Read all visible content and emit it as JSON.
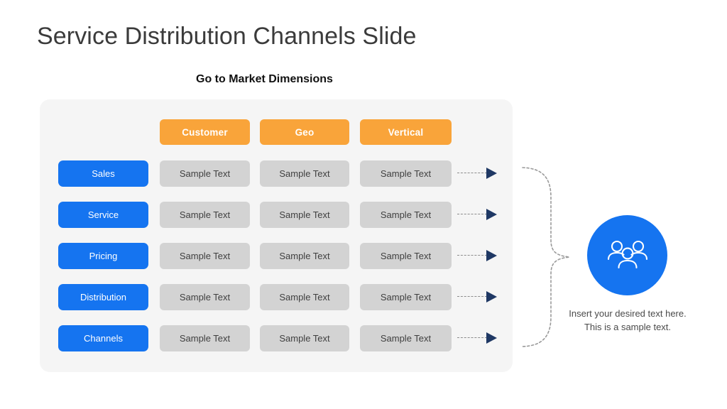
{
  "slide": {
    "title": "Service Distribution Channels Slide",
    "subtitle": "Go to Market Dimensions"
  },
  "matrix": {
    "column_headers": [
      {
        "label": "Customer"
      },
      {
        "label": "Geo"
      },
      {
        "label": "Vertical"
      }
    ],
    "rows": [
      {
        "label": "Sales",
        "cells": [
          "Sample Text",
          "Sample Text",
          "Sample Text"
        ]
      },
      {
        "label": "Service",
        "cells": [
          "Sample Text",
          "Sample Text",
          "Sample Text"
        ]
      },
      {
        "label": "Pricing",
        "cells": [
          "Sample Text",
          "Sample Text",
          "Sample Text"
        ]
      },
      {
        "label": "Distribution",
        "cells": [
          "Sample Text",
          "Sample Text",
          "Sample Text"
        ]
      },
      {
        "label": "Channels",
        "cells": [
          "Sample Text",
          "Sample Text",
          "Sample Text"
        ]
      }
    ]
  },
  "sidebar": {
    "icon": "group-people-icon",
    "caption": "Insert your desired text here. This is a sample text."
  },
  "connectors": {
    "arrow_icon": "arrow-right-icon",
    "brace_icon": "curly-brace-icon",
    "count": 5
  },
  "colors": {
    "accent_blue": "#1574f0",
    "accent_orange": "#f9a43a",
    "cell_gray": "#d3d3d3",
    "panel_gray": "#f5f5f5",
    "arrow_navy": "#1f3864",
    "title_gray": "#3b3b3b",
    "caption_gray": "#4a4a4a"
  }
}
